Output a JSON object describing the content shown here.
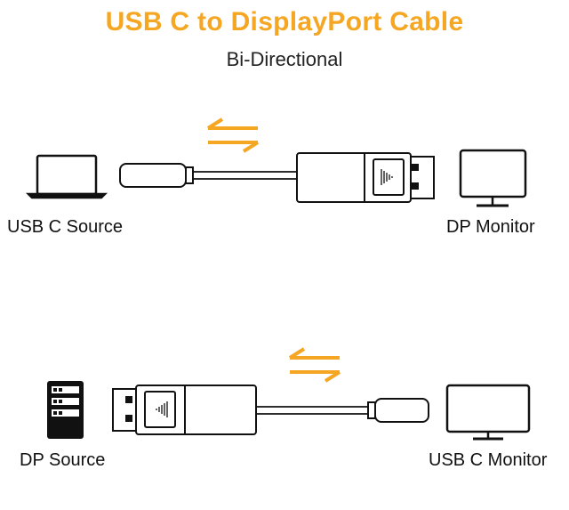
{
  "title": "USB C to DisplayPort Cable",
  "subtitle": "Bi-Directional",
  "colors": {
    "accent": "#F5A623",
    "line": "#111111"
  },
  "top_row": {
    "source_icon": "laptop-icon",
    "source_label": "USB C Source",
    "target_icon": "monitor-icon",
    "target_label": "DP Monitor",
    "direction_icon": "bidirectional-arrows-icon"
  },
  "bottom_row": {
    "source_icon": "server-icon",
    "source_label": "DP Source",
    "target_icon": "monitor-icon",
    "target_label": "USB C Monitor",
    "direction_icon": "bidirectional-arrows-icon"
  }
}
